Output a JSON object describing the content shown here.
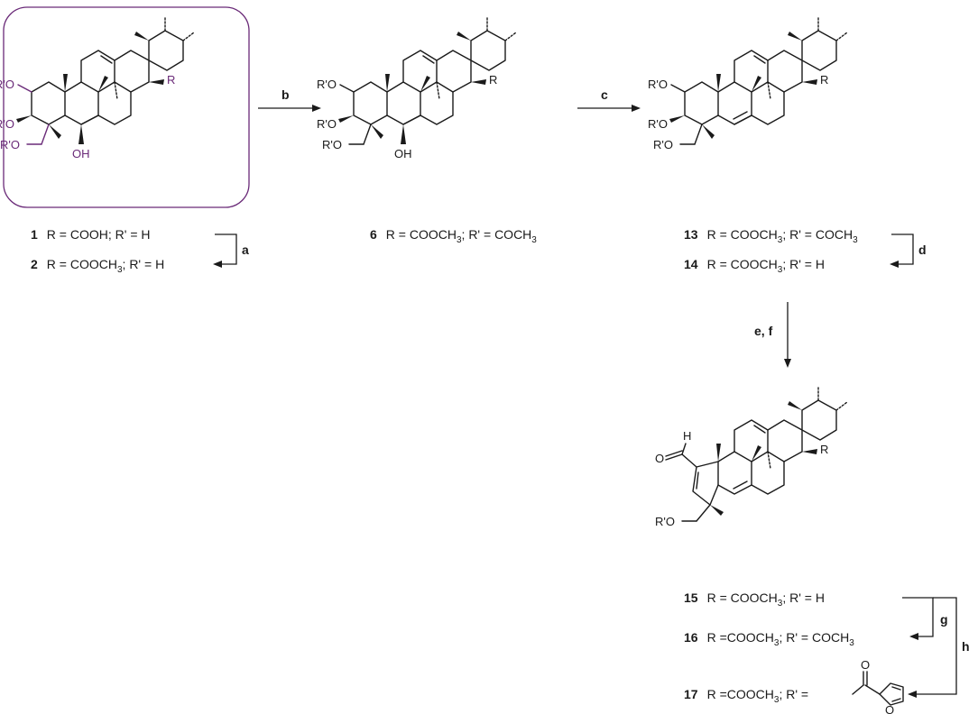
{
  "structures": {
    "s1": {
      "R": "R",
      "R1": "R'O",
      "R2": "R'O",
      "R3": "R'O",
      "OH": "OH"
    },
    "s6": {
      "R": "R",
      "R1": "R'O",
      "R2": "R'O",
      "R3": "R'O",
      "OH": "OH"
    },
    "s13": {
      "R": "R",
      "R1": "R'O",
      "R2": "R'O",
      "R3": "R'O"
    },
    "s15": {
      "R": "R",
      "O": "O",
      "H": "H",
      "R3": "R'O"
    }
  },
  "compounds": [
    {
      "num": "1",
      "text": "R = COOH; R' = H"
    },
    {
      "num": "2",
      "text": "R = COOCH",
      "sub": "3",
      "tail": "; R' = H"
    },
    {
      "num": "6",
      "text": "R = COOCH",
      "sub": "3",
      "mid": "; R' = COCH",
      "sub2": "3"
    },
    {
      "num": "13",
      "text": "R = COOCH",
      "sub": "3",
      "mid": "; R' = COCH",
      "sub2": "3"
    },
    {
      "num": "14",
      "text": "R = COOCH",
      "sub": "3",
      "tail": "; R' = H"
    },
    {
      "num": "15",
      "text": "R = COOCH",
      "sub": "3",
      "tail": "; R' = H"
    },
    {
      "num": "16",
      "text": "R =COOCH",
      "sub": "3",
      "mid": "; R' = COCH",
      "sub2": "3"
    },
    {
      "num": "17",
      "text": "R =COOCH",
      "sub": "3",
      "tail": "; R' ="
    }
  ],
  "furoyl": {
    "O1": "O",
    "O2": "O"
  },
  "steps": {
    "a": "a",
    "b": "b",
    "c": "c",
    "d": "d",
    "ef": "e, f",
    "g": "g",
    "h": "h"
  }
}
